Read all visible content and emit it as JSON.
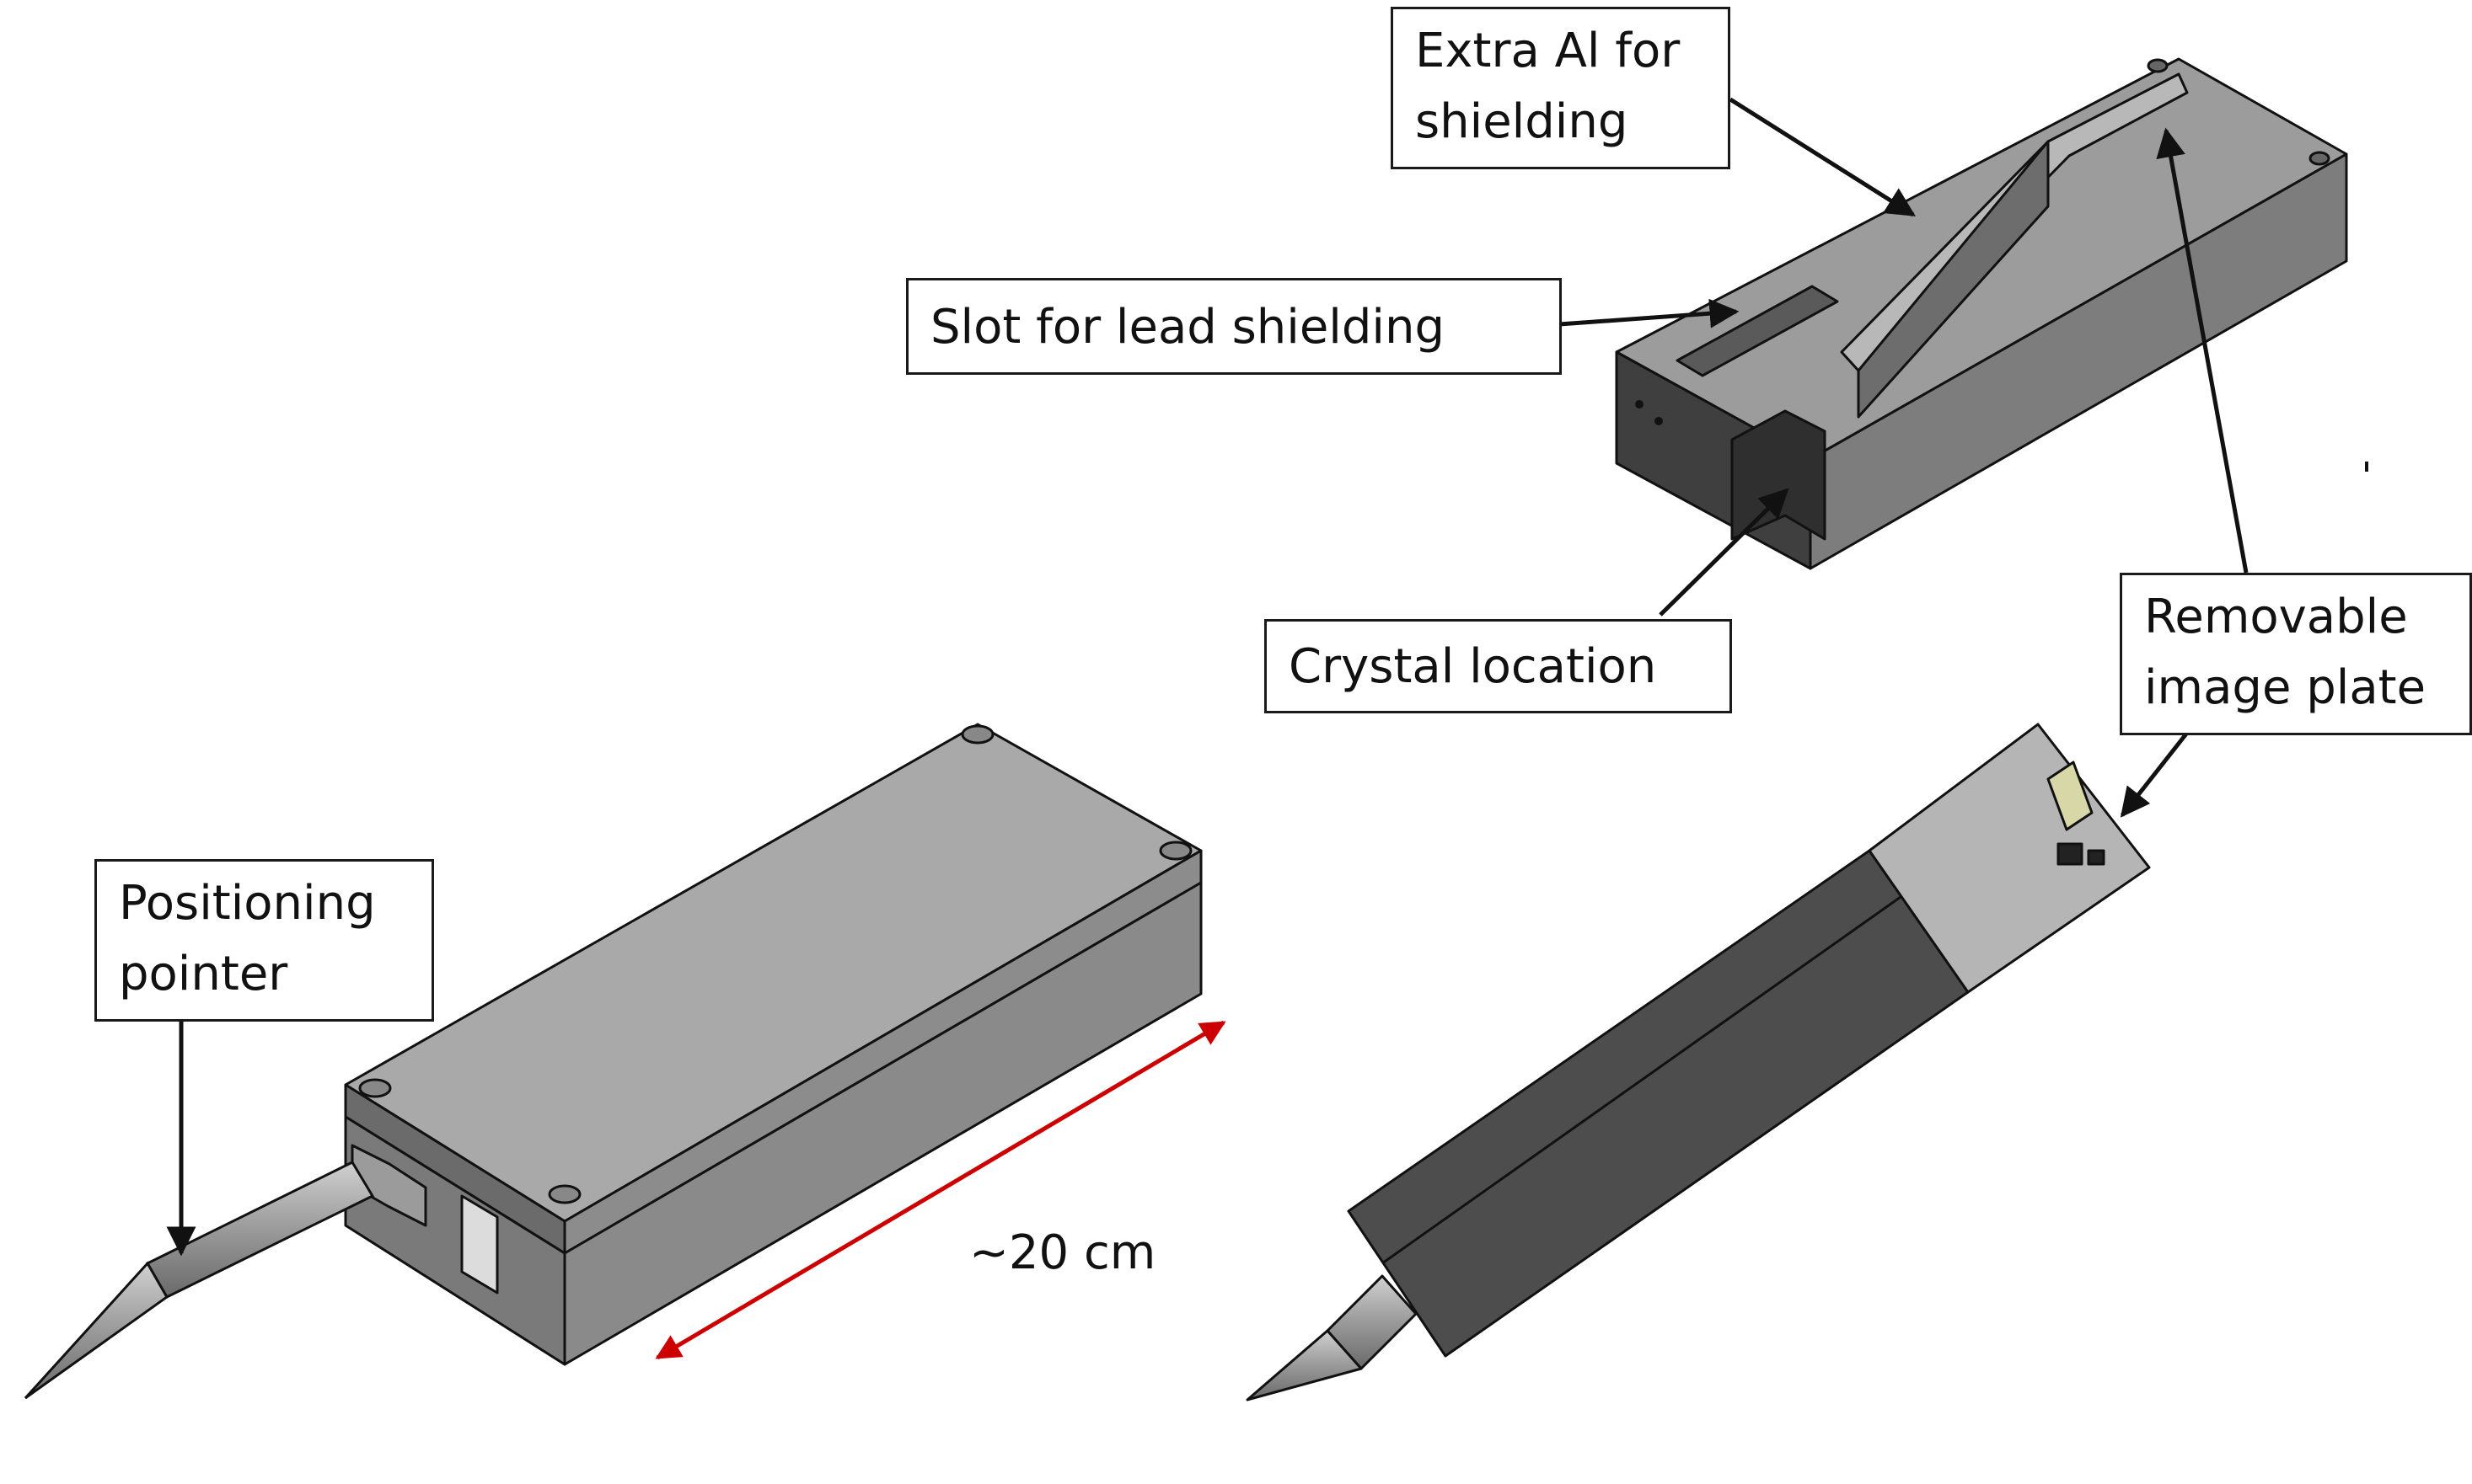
{
  "labels": {
    "extra_al": [
      "Extra Al for",
      "shielding"
    ],
    "slot_lead": "Slot for lead shielding",
    "crystal_location": "Crystal location",
    "removable_plate": [
      "Removable",
      "image plate"
    ],
    "positioning_pointer": [
      "Positioning",
      "pointer"
    ],
    "dimension": "~20 cm"
  },
  "colors": {
    "box_top": "#a8a8a8",
    "box_front": "#7f7f7f",
    "box_dark": "#4a4a4a",
    "outline": "#111111",
    "dimension_arrow": "#cc0000"
  }
}
